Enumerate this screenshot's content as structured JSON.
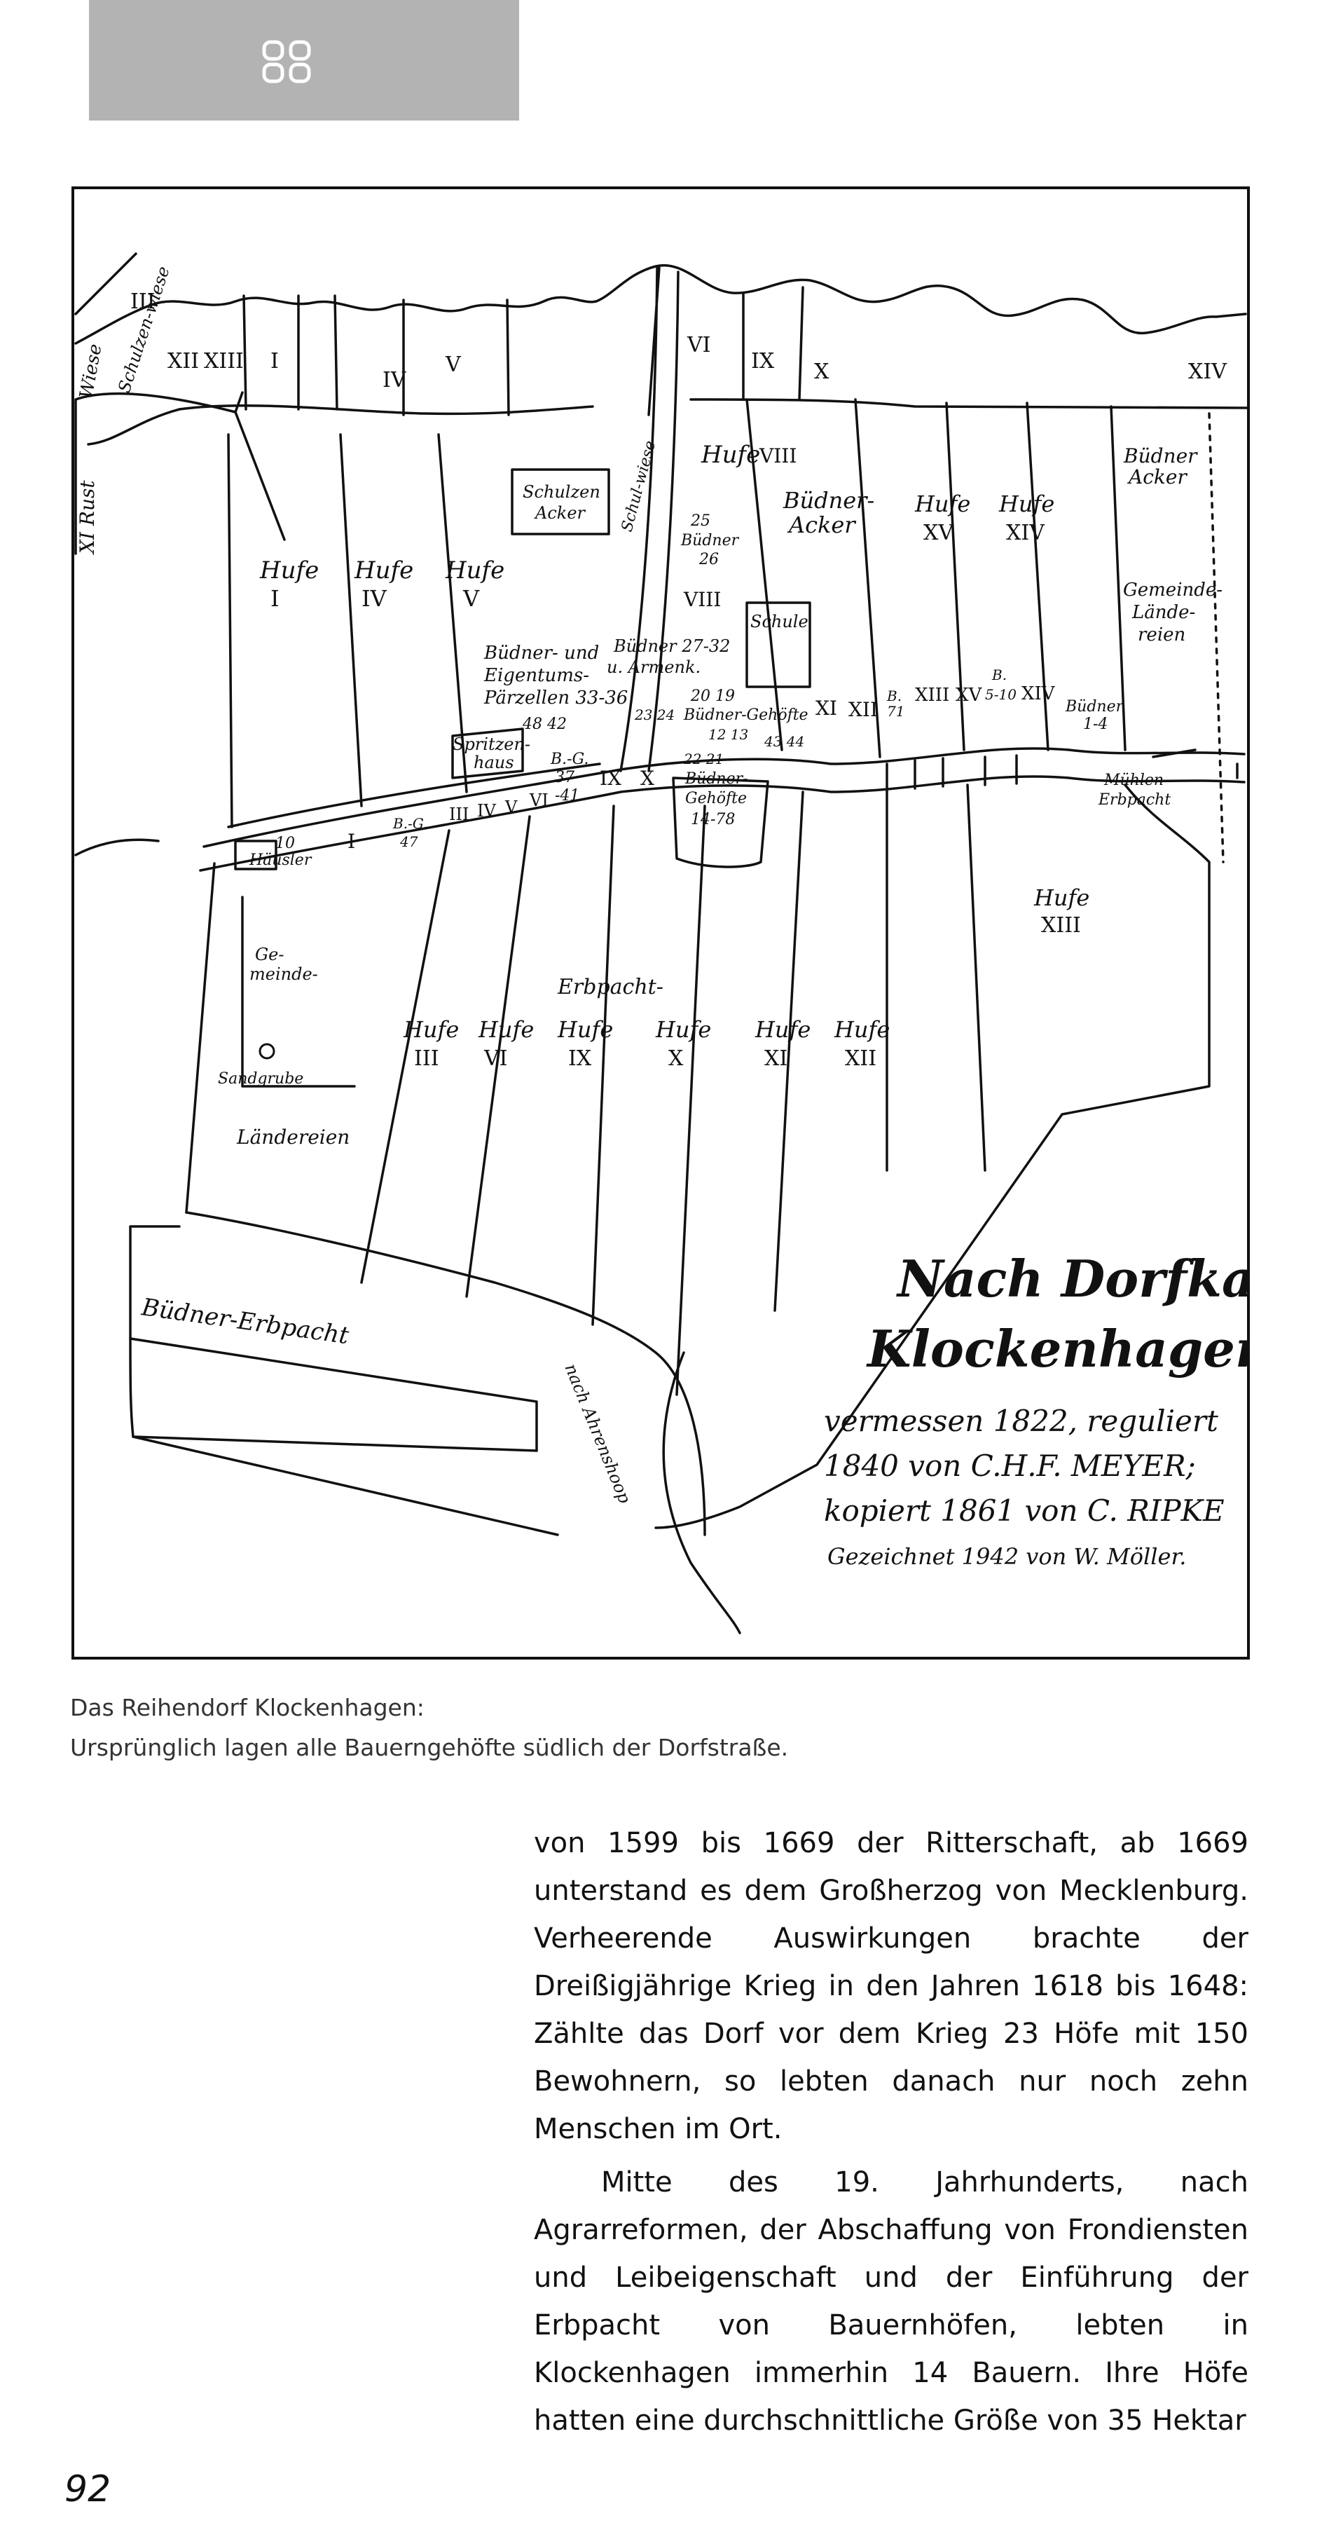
{
  "header": {
    "icon": "four-petal-flower-icon",
    "band_color": "#b3b3b3"
  },
  "map": {
    "title_line1": "Nach Dorfkarte",
    "title_line2": "Klockenhagen,",
    "subtitle_line1": "vermessen 1822, reguliert",
    "subtitle_line2": "1840 von C.H.F. MEYER;",
    "subtitle_line3": "kopiert 1861 von C. RIPKE",
    "subtitle_line4": "Gezeichnet 1942 von W. Möller.",
    "labels": {
      "r_III_corner": "III",
      "wiese_left": "Wiese",
      "schulzenwiese_rot": "Schulzen-wiese",
      "r_XII": "XII",
      "r_XIII_top": "XIII",
      "r_I_top": "I",
      "r_IV_top": "IV",
      "r_V_top": "V",
      "r_VI_top": "VI",
      "r_IX_top": "IX",
      "r_X_top": "X",
      "r_XIV_top": "XIV",
      "xi_rust": "XI Rust",
      "hufe": "Hufe",
      "r_I": "I",
      "r_IV": "IV",
      "r_V": "V",
      "r_VIII": "VIII",
      "r_XV": "XV",
      "r_XIV": "XIV",
      "schulzen_acker_1": "Schulzen",
      "schulzen_acker_2": "Acker",
      "schulwiese": "Schul-wiese",
      "buedner_acker_1": "Büdner-",
      "buedner_acker_2": "Acker",
      "buedner_acker_r1": "Büdner",
      "buedner_acker_r2": "Acker",
      "gemeinde_1": "Gemeinde-",
      "gemeinde_2": "Lände-",
      "gemeinde_3": "reien",
      "n25": "25",
      "buedner_small": "Büdner",
      "n26": "26",
      "r_VIII_box": "VIII",
      "schule": "Schule",
      "bu_eig_1": "Büdner- und",
      "bu_eig_2": "Eigentums-",
      "bu_eig_3": "Pärzellen 33-36",
      "bu2732_1": "Büdner 27-32",
      "bu2732_2": "u. Armenk.",
      "spritzenhaus_1": "Spritzen-",
      "spritzenhaus_2": "haus",
      "n48_42": "48 42",
      "bg3741_1": "B.-G.",
      "bg3741_2": "37",
      "bg3741_3": "-41",
      "nums_gehoefte_1": "20 19",
      "buedner_gehoefte": "Büdner-Gehöfte",
      "nums_gehoefte_2": "23 24",
      "nums_gehoefte_3": "12 13",
      "nums_gehoefte_4": "43 44",
      "r_XI_row": "XI",
      "r_XII_row": "XII",
      "b71_1": "B.",
      "b71_2": "71",
      "r_XIII_row": "XIII",
      "r_XV_row": "XV",
      "b510_1": "B.",
      "b510_2": "5-10",
      "r_XIV_row": "XIV",
      "buedner14_1": "Büdner",
      "buedner14_2": "1-4",
      "muehlen_1": "Mühlen-",
      "muehlen_2": "Erbpacht",
      "n22_21": "22 21",
      "bg1418_1": "Büdner-",
      "bg1418_2": "Gehöfte",
      "bg1418_3": "14-78",
      "r_IX_road": "IX",
      "r_X_road": "X",
      "haeusler_1": "10",
      "haeusler_2": "Häusler",
      "r_I_low": "I",
      "bg47_1": "B.-G.",
      "bg47_2": "47",
      "r_III_low": "III",
      "r_IV_low": "IV",
      "r_V_low": "V",
      "r_VI_low": "VI",
      "gemeinde_low_1": "Ge-",
      "gemeinde_low_2": "meinde-",
      "sandgrube": "Sandgrube",
      "laendereien": "Ländereien",
      "hufe_XIII": "XIII",
      "erbpacht": "Erbpacht-",
      "r_III": "III",
      "r_VI": "VI",
      "r_IX": "IX",
      "r_X": "X",
      "r_XI": "XI",
      "buedner_erbpacht": "Büdner-Erbpacht",
      "nach_ahrenshoop": "nach Ahrenshoop"
    }
  },
  "caption": {
    "line1": "Das Reihendorf Klockenhagen:",
    "line2": "Ursprünglich lagen alle Bauerngehöfte südlich der Dorfstraße."
  },
  "body": {
    "paragraph1": "von 1599 bis 1669 der Ritterschaft, ab 1669 unterstand es dem Großherzog von Mecklenburg. Verheerende Auswirkungen brachte der Dreißigjährige Krieg in den Jahren 1618 bis 1648: Zählte das Dorf vor dem Krieg 23 Höfe mit 150 Bewohnern, so lebten danach nur noch zehn Menschen im Ort.",
    "paragraph2": "Mitte des 19. Jahrhunderts, nach Agrarreformen, der Abschaffung von Frondiensten und Leibeigenschaft und der Einführung der Erbpacht von Bauernhöfen, lebten in Klockenhagen immerhin 14 Bauern. Ihre Höfe hatten eine durchschnittliche Größe von 35 Hektar"
  },
  "page_number": "92"
}
